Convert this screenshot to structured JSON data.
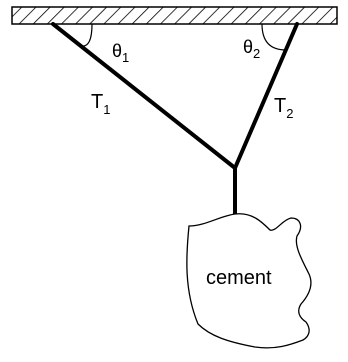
{
  "labels": {
    "theta": "θ",
    "theta1_sub": "1",
    "theta2_sub": "2",
    "t": "T",
    "t1_sub": "1",
    "t2_sub": "2",
    "block": "cement"
  },
  "colors": {
    "line": "#000000",
    "background": "#ffffff"
  }
}
